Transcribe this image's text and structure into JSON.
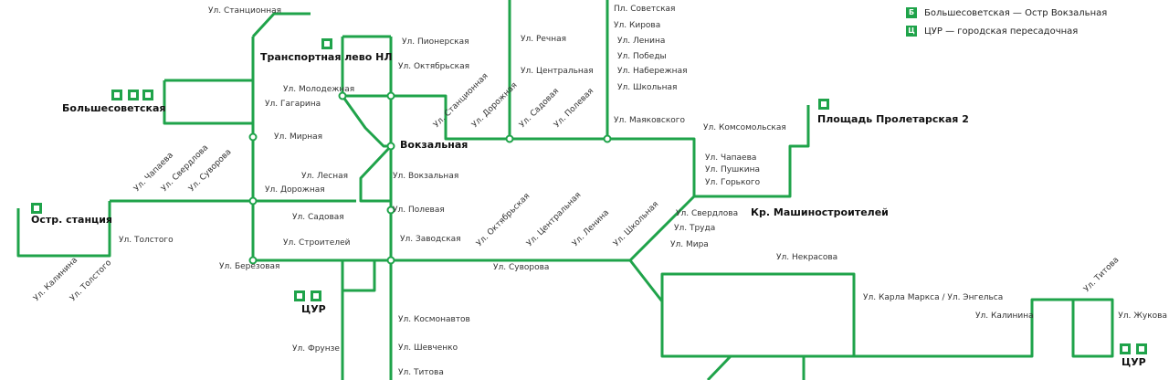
{
  "legend": [
    {
      "badge": "Б",
      "text": "Большесоветская — Остр Вокзальная"
    },
    {
      "badge": "Ц",
      "text": "ЦУР — городская пересадочная"
    }
  ],
  "colors": {
    "line": "#1fa34a",
    "text": "#333333",
    "accent": "#e0306a"
  },
  "stations_major": [
    "Большесоветская",
    "Транспортная лево НЛ",
    "Площадь Пролетарская 2",
    "Вокзальная",
    "ЦУР",
    "Остр. станция",
    "Кр. Машиностроителей",
    "ЦУР"
  ],
  "stops": [
    "Ул. Станционная",
    "Ул. Мирная",
    "Ул. Гагарина",
    "Ул. Дорожная",
    "Ул. Строителей",
    "Ул. Березовая",
    "Ул. Садовая",
    "Ул. Лесная",
    "Ул. Вокзальная",
    "Ул. Полевая",
    "Ул. Заводская",
    "Ул. Пионерская",
    "Ул. Октябрьская",
    "Ул. Молодежная",
    "Ул. Речная",
    "Ул. Центральная",
    "Пл. Советская",
    "Ул. Кирова",
    "Ул. Ленина",
    "Ул. Победы",
    "Ул. Набережная",
    "Ул. Школьная",
    "Ул. Маяковского",
    "Ул. Комсомольская",
    "Ул. Чапаева",
    "Ул. Пушкина",
    "Ул. Горького",
    "Ул. Свердлова",
    "Ул. Труда",
    "Ул. Мира",
    "Ул. Суворова",
    "Ул. Космонавтов",
    "Ул. Шевченко",
    "Ул. Титова",
    "Ул. Карла Маркса / Ул. Энгельса",
    "Ул. Фрунзе",
    "Ул. Калинина",
    "Ул. Жукова",
    "Ул. Некрасова",
    "Ул. Толстого"
  ]
}
